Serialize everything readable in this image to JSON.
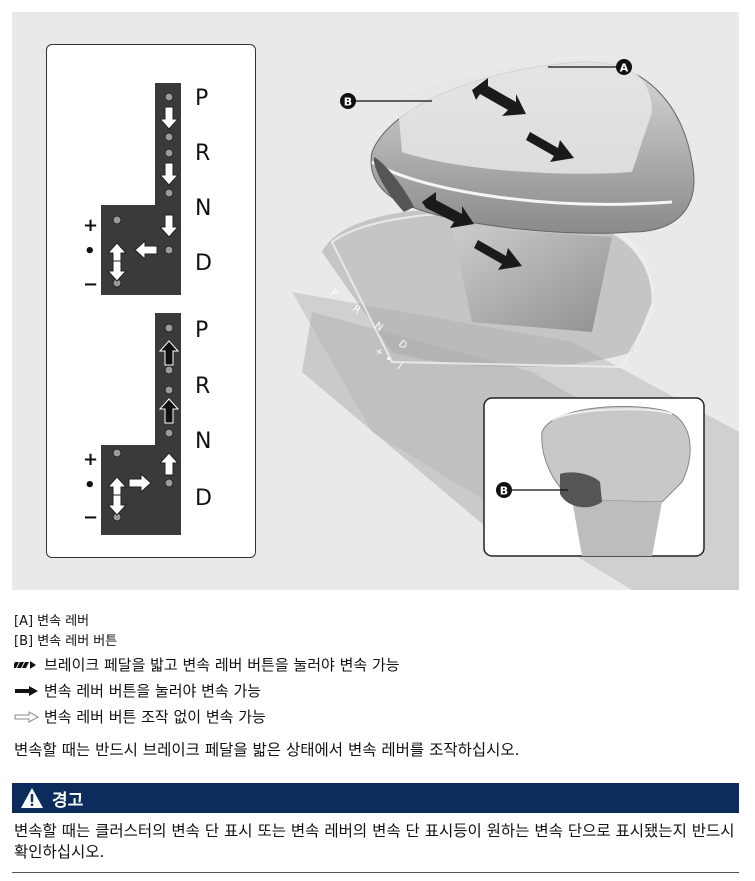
{
  "figure": {
    "callout_a": "A",
    "callout_b": "B",
    "gate_letters": [
      "P",
      "R",
      "N",
      "D"
    ],
    "plus": "+",
    "dot": "•",
    "minus": "−",
    "floor_marks": [
      "P",
      "R",
      "N",
      "D",
      "+",
      "•",
      "I"
    ]
  },
  "legend": {
    "a_label": "[A] 변속 레버",
    "b_label": "[B] 변속 레버 버튼",
    "brake_and_button": "브레이크 페달을 밟고 변속 레버 버튼을 눌러야 변속 가능",
    "button_only": "변속 레버 버튼을 눌러야 변속 가능",
    "free_shift": "변속 레버 버튼 조작 없이 변속 가능"
  },
  "note": "변속할 때는 반드시 브레이크 페달을 밟은 상태에서 변속 레버를 조작하십시오.",
  "warning": {
    "title": "경고",
    "body": "변속할 때는 클러스터의 변속 단 표시 또는 변속 레버의 변속 단 표시등이 원하는 변속 단으로 표시됐는지 반드시 확인하십시오."
  },
  "colors": {
    "warning_header": "#0b2c5c",
    "figure_bg": "#e9e9e9",
    "gate_dark": "#3a3a3a"
  }
}
